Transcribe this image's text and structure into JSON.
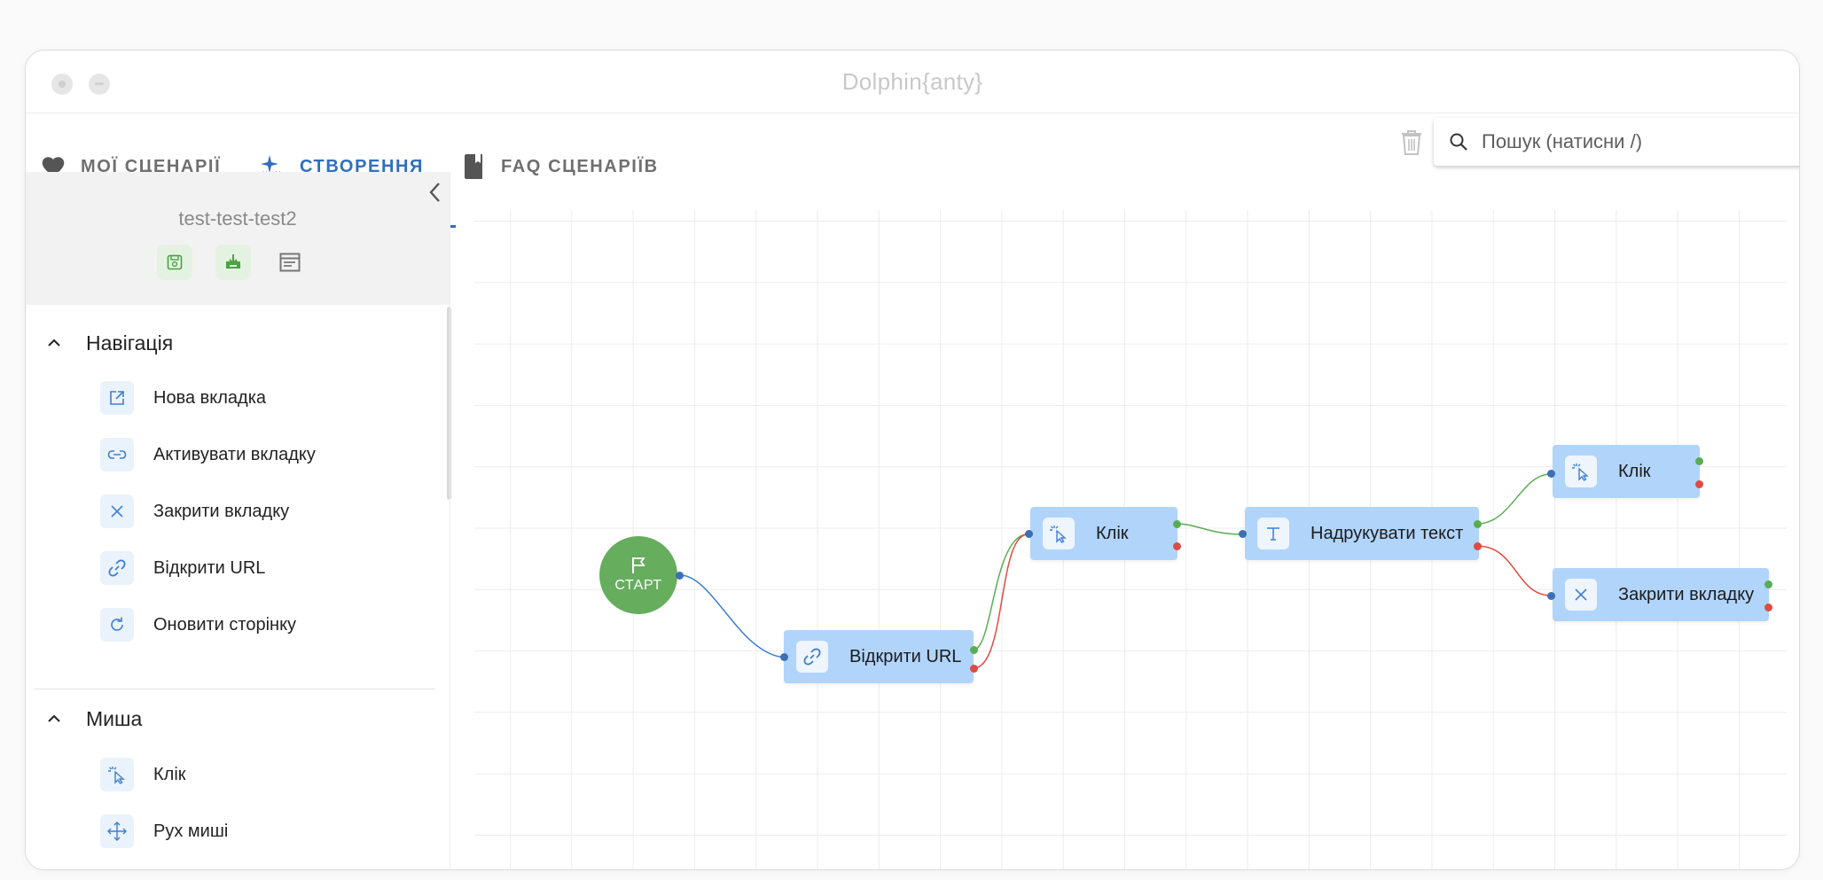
{
  "window": {
    "title": "Dolphin{anty}"
  },
  "tabs": [
    {
      "label": "МОЇ СЦЕНАРІЇ",
      "icon": "heart-icon",
      "active": false
    },
    {
      "label": "СТВОРЕННЯ",
      "icon": "sparkles-icon",
      "active": true
    },
    {
      "label": "FAQ СЦЕНАРІЇВ",
      "icon": "book-icon",
      "active": false
    }
  ],
  "search": {
    "placeholder": "Пошук (натисни /)",
    "value": ""
  },
  "sidebar": {
    "scenario_name": "test-test-test2",
    "header_icons": [
      "save-icon",
      "download-icon",
      "window-icon"
    ],
    "sections": [
      {
        "title": "Навігація",
        "items": [
          {
            "label": "Нова вкладка",
            "icon": "external-link-icon"
          },
          {
            "label": "Активувати вкладку",
            "icon": "link-icon"
          },
          {
            "label": "Закрити вкладку",
            "icon": "close-icon"
          },
          {
            "label": "Відкрити URL",
            "icon": "chain-icon"
          },
          {
            "label": "Оновити сторінку",
            "icon": "refresh-icon"
          }
        ]
      },
      {
        "title": "Миша",
        "items": [
          {
            "label": "Клік",
            "icon": "cursor-click-icon"
          },
          {
            "label": "Рух миші",
            "icon": "move-icon"
          }
        ]
      }
    ]
  },
  "canvas": {
    "start_label": "СТАРТ",
    "nodes": [
      {
        "label": "Відкрити URL",
        "icon": "chain-icon"
      },
      {
        "label": "Клік",
        "icon": "cursor-click-icon"
      },
      {
        "label": "Надрукувати текст",
        "icon": "text-icon"
      },
      {
        "label": "Клік",
        "icon": "cursor-click-icon"
      },
      {
        "label": "Закрити вкладку",
        "icon": "close-icon"
      }
    ]
  },
  "colors": {
    "accent": "#2f6fbf",
    "node_bg": "#b1d4fb",
    "start_bg": "#66ad5e",
    "success": "#5aac52",
    "error": "#de4b41"
  }
}
